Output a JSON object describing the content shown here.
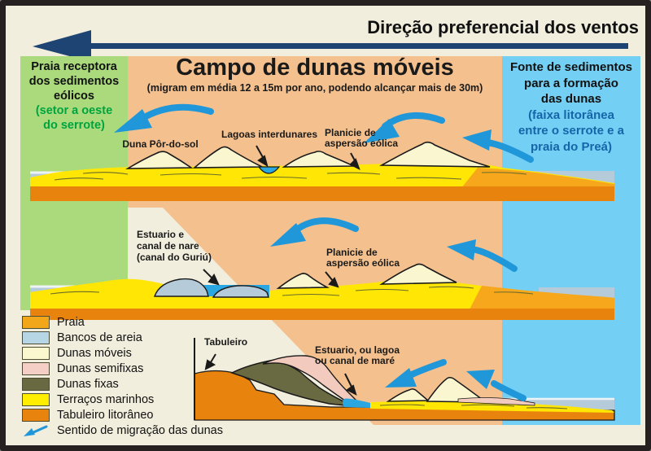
{
  "header": {
    "title": "Direção preferencial dos ventos"
  },
  "panels": {
    "left": {
      "title_lines": [
        "Praia receptora",
        "dos sedimentos",
        "eólicos"
      ],
      "subtitle_lines": [
        "(setor a oeste",
        "do serrote)"
      ]
    },
    "center": {
      "title": "Campo de dunas móveis",
      "subtitle": "(migram em média 12 a 15m por ano, podendo alcançar mais de 30m)"
    },
    "right": {
      "title_lines": [
        "Fonte de sedimentos",
        "para a formação",
        "das dunas"
      ],
      "subtitle_lines": [
        "(faixa litorânea",
        "entre o serrote e a",
        "praia do Preá)"
      ]
    }
  },
  "diagram_labels": {
    "row1": {
      "duna": "Duna Pôr-do-sol",
      "lagoas": "Lagoas interdunares",
      "planicie_l1": "Planicie de",
      "planicie_l2": "aspersão eólica"
    },
    "row2": {
      "estuario_l1": "Estuario e",
      "estuario_l2": "canal de nare",
      "estuario_l3": "(canal do Guriú)",
      "planicie_l1": "Planicie de",
      "planicie_l2": "aspersão eólica"
    },
    "row3": {
      "tabuleiro": "Tabuleiro",
      "estuario_l1": "Estuario, ou lagoa",
      "estuario_l2": "ou canal de maré"
    }
  },
  "legend": {
    "items": [
      {
        "label": "Praia",
        "color": "#f2a71b"
      },
      {
        "label": "Bancos de areia",
        "color": "#b7d6e5"
      },
      {
        "label": "Dunas móveis",
        "color": "#fbf7cf"
      },
      {
        "label": "Dunas semifixas",
        "color": "#f5cfc5"
      },
      {
        "label": "Dunas fixas",
        "color": "#6a6a42"
      },
      {
        "label": "Terraços marinhos",
        "color": "#ffee00"
      },
      {
        "label": "Tabuleiro litorâneo",
        "color": "#e8830d"
      }
    ],
    "migration_label": "Sentido de migração das dunas"
  },
  "colors": {
    "background": "#f1eedd",
    "panel_green": "#aada7c",
    "panel_orange": "#f4c08d",
    "panel_blue": "#74cff4",
    "green_text": "#00a43e",
    "blue_text": "#1566a8",
    "navy_arrow": "#1d4472",
    "wind_arrow": "#1f97d9",
    "sea": "#b5cbd9",
    "estuary_water": "#2aa7e0",
    "dune_cream": "#faf6d0",
    "terrace_yellow": "#ffe605",
    "beach_amber": "#f6a71b",
    "tabuleiro_orange": "#e8830d",
    "dunas_fixas_olive": "#6a6a42",
    "dunas_semifixas_pink": "#f3cabe"
  }
}
